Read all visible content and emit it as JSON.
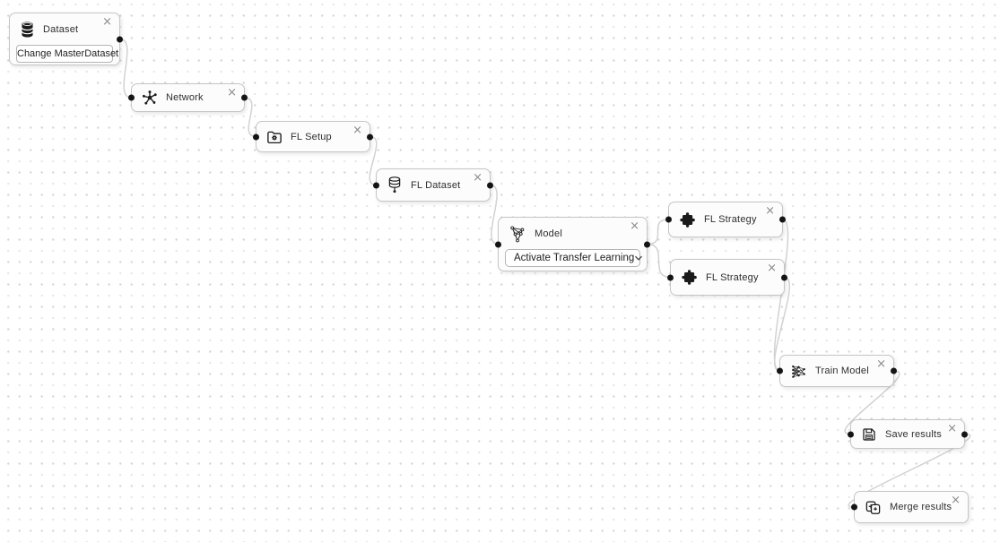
{
  "ui": {
    "close_glyph": "×"
  },
  "nodes": {
    "dataset": {
      "title": "Dataset",
      "icon": "database-icon",
      "button_label": "Change MasterDataset"
    },
    "network": {
      "title": "Network",
      "icon": "network-hub-icon"
    },
    "fl_setup": {
      "title": "FL Setup",
      "icon": "folder-gear-icon"
    },
    "fl_dataset": {
      "title": "FL Dataset",
      "icon": "database-server-icon"
    },
    "model": {
      "title": "Model",
      "icon": "neural-network-icon",
      "dropdown_value": "Activate Transfer Learning"
    },
    "fl_strategy_1": {
      "title": "FL Strategy",
      "icon": "puzzle-icon"
    },
    "fl_strategy_2": {
      "title": "FL Strategy",
      "icon": "puzzle-icon"
    },
    "train_model": {
      "title": "Train Model",
      "icon": "mlp-layers-icon"
    },
    "save_results": {
      "title": "Save results",
      "icon": "floppy-disk-icon"
    },
    "merge_results": {
      "title": "Merge results",
      "icon": "merge-documents-icon"
    }
  },
  "connections": [
    {
      "from": "dataset",
      "to": "network"
    },
    {
      "from": "network",
      "to": "fl_setup"
    },
    {
      "from": "fl_setup",
      "to": "fl_dataset"
    },
    {
      "from": "fl_dataset",
      "to": "model"
    },
    {
      "from": "model",
      "to": "fl_strategy_1"
    },
    {
      "from": "model",
      "to": "fl_strategy_2"
    },
    {
      "from": "fl_strategy_1",
      "to": "train_model"
    },
    {
      "from": "fl_strategy_2",
      "to": "train_model"
    },
    {
      "from": "train_model",
      "to": "save_results"
    },
    {
      "from": "save_results",
      "to": "merge_results"
    }
  ],
  "colors": {
    "wire": "#d2d2d2",
    "port": "#141414",
    "node_border": "#c6c6c6",
    "node_bg": "#fcfcfc",
    "grid_dot": "#d6d6d6",
    "icon": "#1a1a1a"
  }
}
